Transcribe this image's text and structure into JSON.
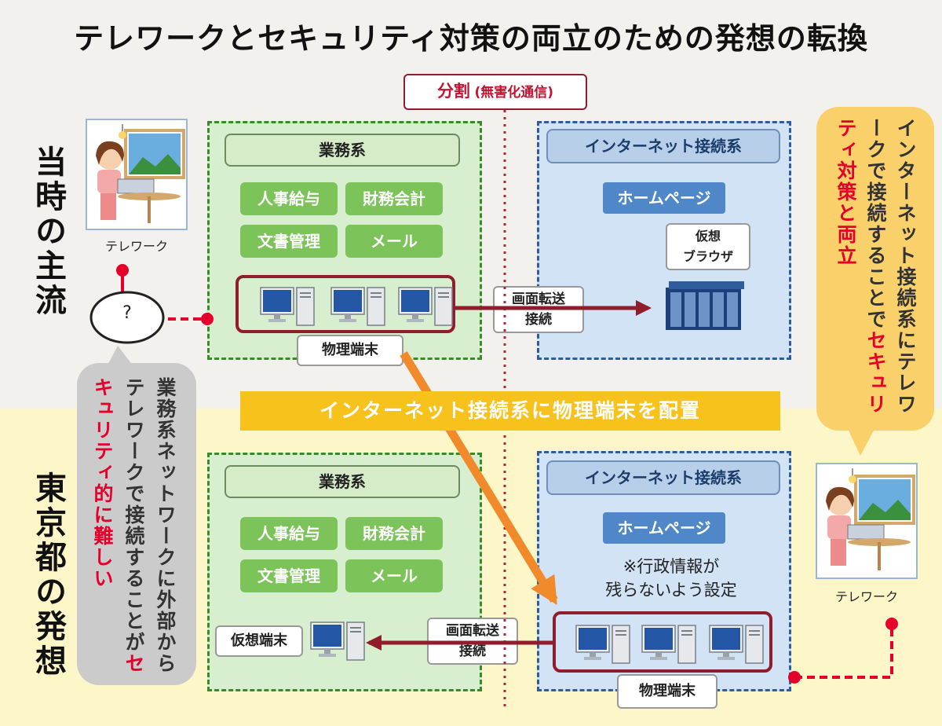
{
  "title": "テレワークとセキュリティ対策の両立のための発想の転換",
  "divider_label": "分割",
  "divider_sub": "(無害化通信)",
  "rows": {
    "top_label": "当時の主流",
    "bottom_label": "東京都の発想"
  },
  "zones": {
    "business_header": "業務系",
    "internet_header": "インターネット接続系",
    "apps": [
      "人事給与",
      "財務会計",
      "文書管理",
      "メール"
    ],
    "homepage": "ホームページ",
    "virtual_browser_line1": "仮想",
    "virtual_browser_line2": "ブラウザ",
    "physical_terminal": "物理端末",
    "virtual_terminal": "仮想端末",
    "screen_transfer_line1": "画面転送",
    "screen_transfer_line2": "接続",
    "admin_note_line1": "※行政情報が",
    "admin_note_line2": "残らないよう設定"
  },
  "telework_label": "テレワーク",
  "question_mark": "?",
  "banner": "インターネット接続系に物理端末を配置",
  "callout_left": {
    "part1": "業務系ネットワークに外部からテレワークで接続することが",
    "part2": "セキュリティ的に難しい"
  },
  "callout_right": {
    "part1": "インターネット接続系にテレワークで接続することで",
    "part2": "セキュリティ対策と両立"
  },
  "colors": {
    "accent_red": "#e4002b",
    "dark_red": "#8f1d2c",
    "orange": "#f08a2a",
    "banner_yellow": "#f7c21c",
    "green": "#7cc35a",
    "blue": "#4f87c9"
  }
}
